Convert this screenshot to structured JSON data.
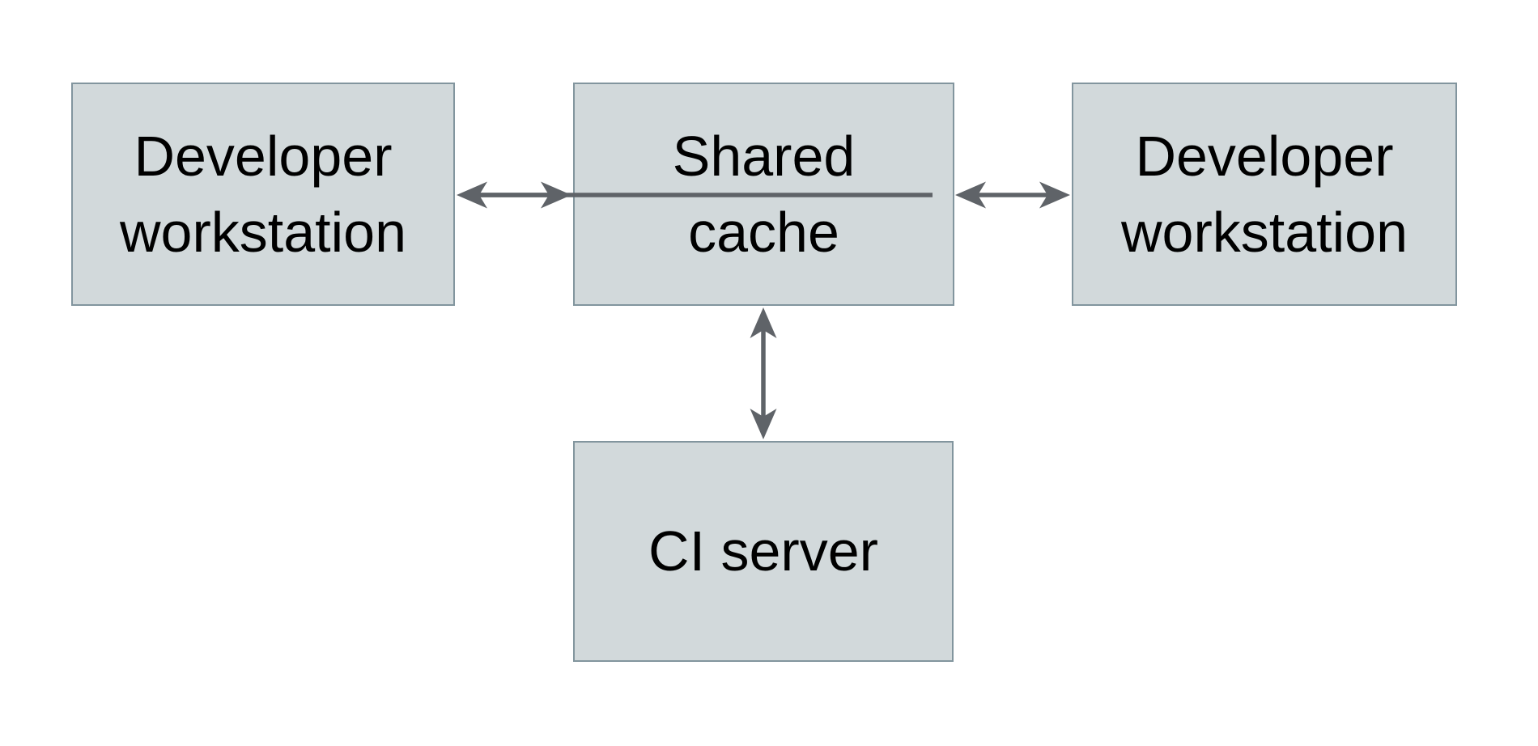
{
  "colors": {
    "background": "#ffffff",
    "node_fill": "#d2d9db",
    "node_border": "#82959e",
    "arrow": "#5f6368",
    "text": "#000000"
  },
  "diagram": {
    "nodes": [
      {
        "id": "developer-workstation-left",
        "label": "Developer\nworkstation"
      },
      {
        "id": "shared-cache",
        "label": "Shared\ncache"
      },
      {
        "id": "developer-workstation-right",
        "label": "Developer\nworkstation"
      },
      {
        "id": "ci-server",
        "label": "CI server"
      }
    ],
    "connectors": [
      {
        "from": "developer-workstation-left",
        "to": "shared-cache",
        "type": "bidirectional"
      },
      {
        "from": "shared-cache",
        "to": "developer-workstation-right",
        "type": "bidirectional"
      },
      {
        "from": "shared-cache",
        "to": "ci-server",
        "type": "bidirectional"
      }
    ]
  }
}
